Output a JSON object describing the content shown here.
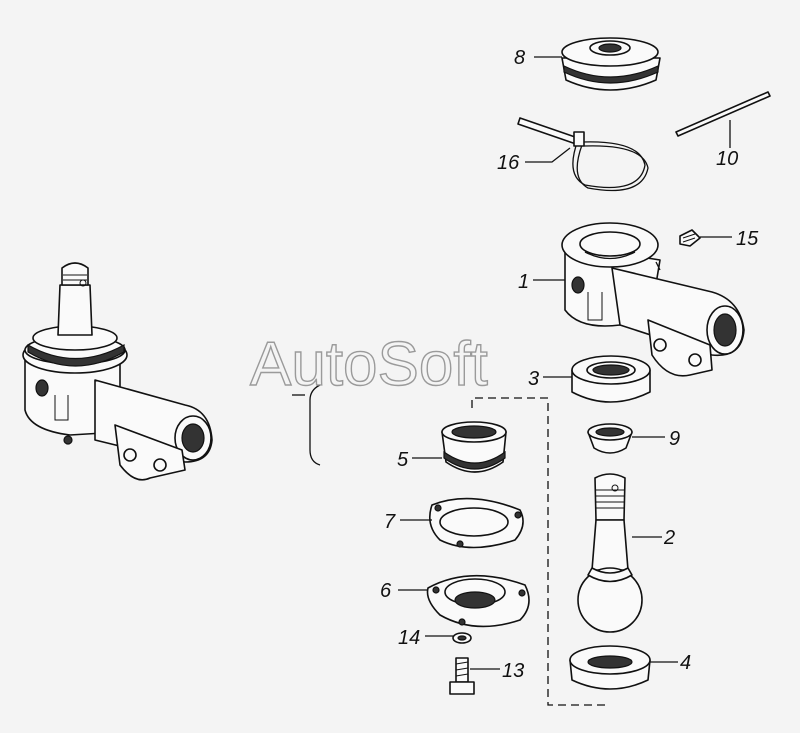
{
  "watermark": "AutoSoft",
  "callouts": {
    "c1": "1",
    "c2": "2",
    "c3": "3",
    "c4": "4",
    "c5": "5",
    "c6": "6",
    "c7": "7",
    "c8": "8",
    "c9": "9",
    "c10": "10",
    "c13": "13",
    "c14": "14",
    "c15": "15",
    "c16": "16"
  }
}
